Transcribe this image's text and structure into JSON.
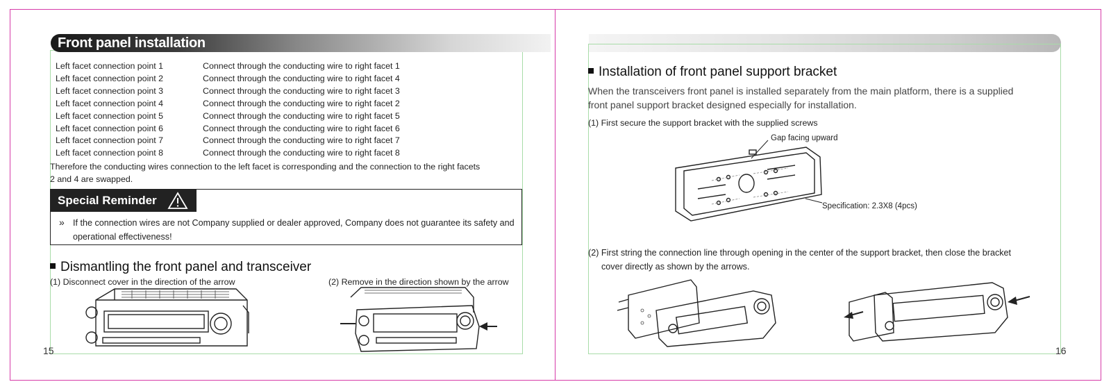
{
  "left_page": {
    "banner_title": "Front panel installation",
    "connections": [
      {
        "left": "Left facet connection point 1",
        "right": "Connect through the conducting wire to right facet 1"
      },
      {
        "left": "Left facet connection point 2",
        "right": "Connect through the conducting wire to right facet 4"
      },
      {
        "left": "Left facet connection point 3",
        "right": "Connect through the conducting wire to right facet 3"
      },
      {
        "left": "Left facet connection point 4",
        "right": "Connect through the conducting wire to right facet 2"
      },
      {
        "left": "Left facet connection point 5",
        "right": "Connect through the conducting wire to right facet 5"
      },
      {
        "left": "Left facet connection point 6",
        "right": "Connect through the conducting wire to right facet 6"
      },
      {
        "left": "Left facet connection point 7",
        "right": "Connect through the conducting wire to right facet 7"
      },
      {
        "left": "Left facet connection point 8",
        "right": "Connect through the conducting wire to right facet 8"
      }
    ],
    "summary_line1": "Therefore the conducting wires connection to the left facet is corresponding and the connection to the right facets",
    "summary_line2": "2 and 4 are swapped.",
    "reminder": {
      "title": "Special Reminder",
      "bullet": "»",
      "text": "If the connection wires are not Company supplied or dealer approved, Company does not guarantee its safety and operational effectiveness!"
    },
    "dismantling_heading": "Dismantling the front panel and transceiver",
    "step1_caption": "(1) Disconnect cover in the direction of the arrow",
    "step2_caption": "(2) Remove in the direction shown by the arrow",
    "page_number": "15"
  },
  "right_page": {
    "heading": "Installation of front panel support bracket",
    "intro_line1": "When the transceivers front panel is installed separately from the main platform, there is a supplied",
    "intro_line2": "front panel support bracket designed especially for installation.",
    "step1": "(1) First secure the support bracket with the supplied screws",
    "label_gap": "Gap facing upward",
    "label_spec": "Specification: 2.3X8 (4pcs)",
    "step2_line1": "(2) First string the connection line through opening in the center of the support bracket, then close the bracket",
    "step2_line2": "cover directly as shown by the arrows.",
    "page_number": "16"
  },
  "colors": {
    "page_border": "#d63aa8",
    "guide_box": "#a8dca8",
    "reminder_bg": "#222222"
  }
}
